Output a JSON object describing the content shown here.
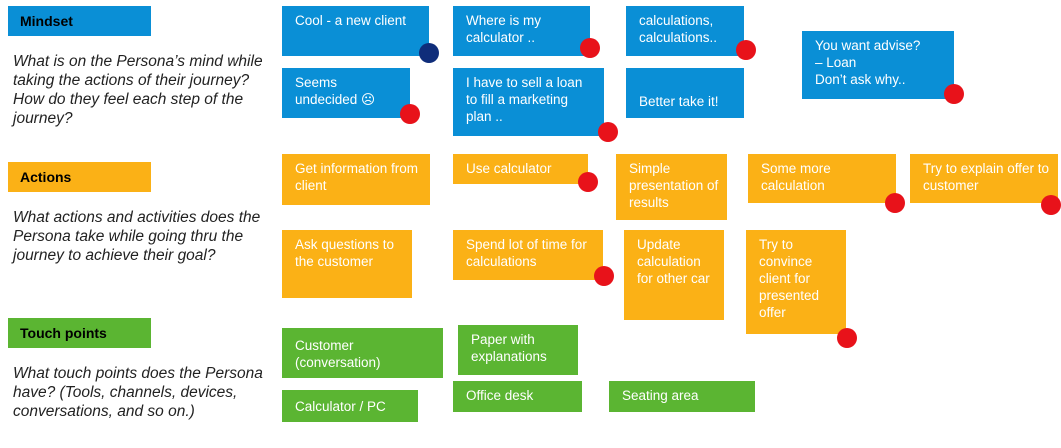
{
  "colors": {
    "mindset_header": "#0a8fd6",
    "actions_header": "#fbb116",
    "touchpoints_header": "#5bb532",
    "note_blue": "#0a8fd6",
    "note_orange": "#fbb116",
    "note_green": "#5bb532",
    "dot_red": "#e8121a",
    "dot_navy": "#0f2d7a"
  },
  "sections": {
    "mindset": {
      "title": "Mindset",
      "question": "What is on the Persona’s mind while taking the actions of their journey? How do they feel each step of the journey?"
    },
    "actions": {
      "title": "Actions",
      "question": "What actions and activities does the Persona take while going thru the journey to achieve their goal?"
    },
    "touchpoints": {
      "title": "Touch points",
      "question": "What touch points does the Persona have? (Tools, channels, devices, conversations, and so on.)"
    }
  },
  "notes": {
    "mindset": [
      "Cool  - a new client",
      "Where is my calculator ..",
      "calculations, calculations..",
      "You want advise?\n– Loan\nDon’t ask why..",
      "Seems undecided ☹",
      "I have to sell a loan to fill a marketing plan ..",
      "Better take it!"
    ],
    "actions": [
      "Get information from client",
      "Use calculator",
      "Simple presentation of results",
      "Some more calculation",
      "Try to explain offer to customer",
      "Ask questions to the customer",
      "Spend lot of time for calculations",
      "Update calculation for other car",
      "Try to convince client for presented offer"
    ],
    "touchpoints": [
      "Customer (conversation)",
      "Paper with explanations",
      "Calculator / PC",
      "Office desk",
      "Seating area"
    ]
  },
  "dots": {
    "red": "red",
    "navy": "navy"
  }
}
